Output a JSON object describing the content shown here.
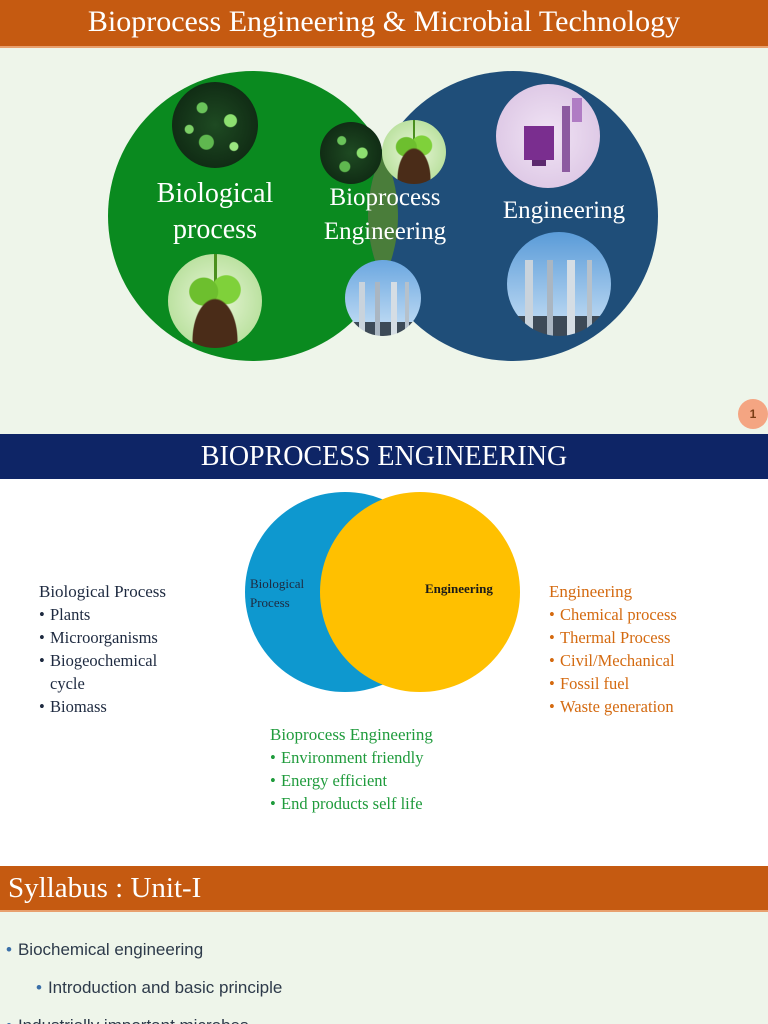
{
  "slide1": {
    "title": "Bioprocess Engineering & Microbial Technology",
    "venn": {
      "left_label_line1": "Biological",
      "left_label_line2": "process",
      "center_label_line1": "Bioprocess",
      "center_label_line2": "Engineering",
      "right_label": "Engineering"
    },
    "images": [
      "microbes-image",
      "plant-seedling-image",
      "industrial-plant-image",
      "lab-equipment-image"
    ],
    "colors": {
      "left_circle": "#0a8a1f",
      "right_circle": "#1f4e79",
      "overlap": "#4a7d3a",
      "header": "#c55a11"
    },
    "page_number": "1"
  },
  "slide2": {
    "title": "BIOPROCESS ENGINEERING",
    "venn": {
      "left_label_line1": "Biological",
      "left_label_line2": "Process",
      "right_label": "Engineering"
    },
    "biological": {
      "title": "Biological Process",
      "items": [
        "Plants",
        "Microorganisms",
        "Biogeochemical",
        "cycle",
        "Biomass"
      ]
    },
    "engineering": {
      "title": "Engineering",
      "items": [
        "Chemical process",
        "Thermal Process",
        "Civil/Mechanical",
        "Fossil fuel",
        "Waste generation"
      ]
    },
    "bioprocess": {
      "title": "Bioprocess Engineering",
      "items": [
        "Environment friendly",
        "Energy efficient",
        "End products self life"
      ]
    },
    "colors": {
      "blue_circle": "#0e98cf",
      "yellow_circle": "#ffc000",
      "header": "#0e2566"
    }
  },
  "slide3": {
    "title": "Syllabus : Unit-I",
    "items": [
      {
        "level": 1,
        "text": "Biochemical engineering"
      },
      {
        "level": 2,
        "text": "Introduction and basic principle"
      },
      {
        "level": 1,
        "text": "Industrially important microbes"
      }
    ]
  }
}
